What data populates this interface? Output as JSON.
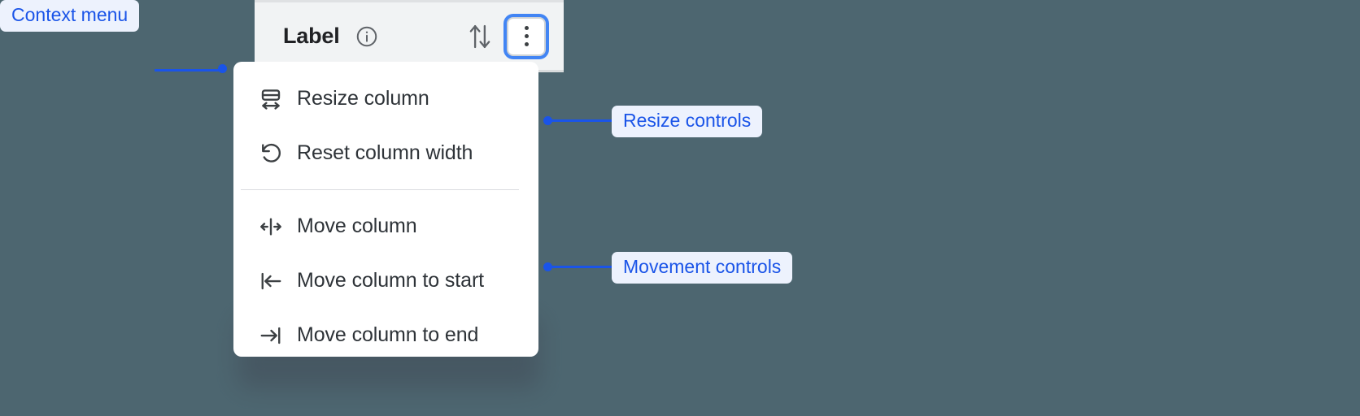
{
  "background_color": "#4d6670",
  "accent_color": "#1a54e8",
  "focus_ring_color": "#4285f4",
  "column_header": {
    "label": "Label",
    "info_icon": "info-circle-icon",
    "sort_icon": "sort-up-down-icon",
    "menu_button_icon": "kebab-vertical-icon"
  },
  "context_menu": {
    "groups": [
      {
        "name": "resize",
        "items": [
          {
            "icon": "resize-column-icon",
            "label": "Resize column"
          },
          {
            "icon": "reset-width-undo-icon",
            "label": "Reset column width"
          }
        ]
      },
      {
        "name": "movement",
        "items": [
          {
            "icon": "move-column-icon",
            "label": "Move column"
          },
          {
            "icon": "move-to-start-icon",
            "label": "Move column to start"
          },
          {
            "icon": "move-to-end-icon",
            "label": "Move column to end"
          }
        ]
      }
    ]
  },
  "annotations": [
    {
      "id": "context",
      "label": "Context menu"
    },
    {
      "id": "resize",
      "label": "Resize controls"
    },
    {
      "id": "movement",
      "label": "Movement controls"
    }
  ]
}
